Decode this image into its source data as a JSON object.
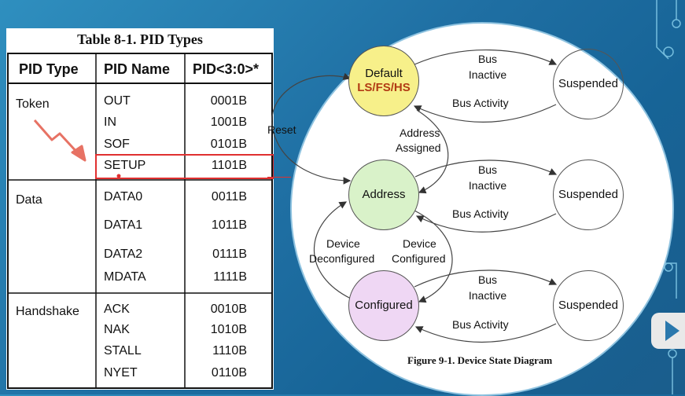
{
  "table": {
    "title": "Table 8-1.  PID Types",
    "headers": [
      "PID Type",
      "PID Name",
      "PID<3:0>*"
    ],
    "groups": [
      {
        "type": "Token",
        "rows": [
          [
            "OUT",
            "0001B"
          ],
          [
            "IN",
            "1001B"
          ],
          [
            "SOF",
            "0101B"
          ],
          [
            "SETUP",
            "1101B"
          ]
        ]
      },
      {
        "type": "Data",
        "rows": [
          [
            "DATA0",
            "0011B"
          ],
          [
            "DATA1",
            "1011B"
          ],
          [
            "DATA2",
            "0111B"
          ],
          [
            "MDATA",
            "1111B"
          ]
        ]
      },
      {
        "type": "Handshake",
        "rows": [
          [
            "ACK",
            "0010B"
          ],
          [
            "NAK",
            "1010B"
          ],
          [
            "STALL",
            "1110B"
          ],
          [
            "NYET",
            "0110B"
          ]
        ]
      }
    ],
    "highlight_row": "SETUP",
    "highlight_color": "#e03030"
  },
  "diagram": {
    "caption": "Figure 9-1.  Device State Diagram",
    "states": {
      "default_label": "Default",
      "default_sub": "LS/FS/HS",
      "address": "Address",
      "configured": "Configured",
      "suspended": "Suspended"
    },
    "labels": {
      "reset": "Reset",
      "bus": "Bus",
      "inactive": "Inactive",
      "bus_activity": "Bus Activity",
      "address": "Address",
      "assigned": "Assigned",
      "device": "Device",
      "deconfigured": "Deconfigured",
      "configured": "Configured"
    },
    "colors": {
      "default": "#f7f08a",
      "address": "#d9f2c9",
      "configured": "#efd7f4"
    }
  },
  "icons": {
    "play": "play-icon",
    "arrow": "pointer-arrow-icon"
  }
}
